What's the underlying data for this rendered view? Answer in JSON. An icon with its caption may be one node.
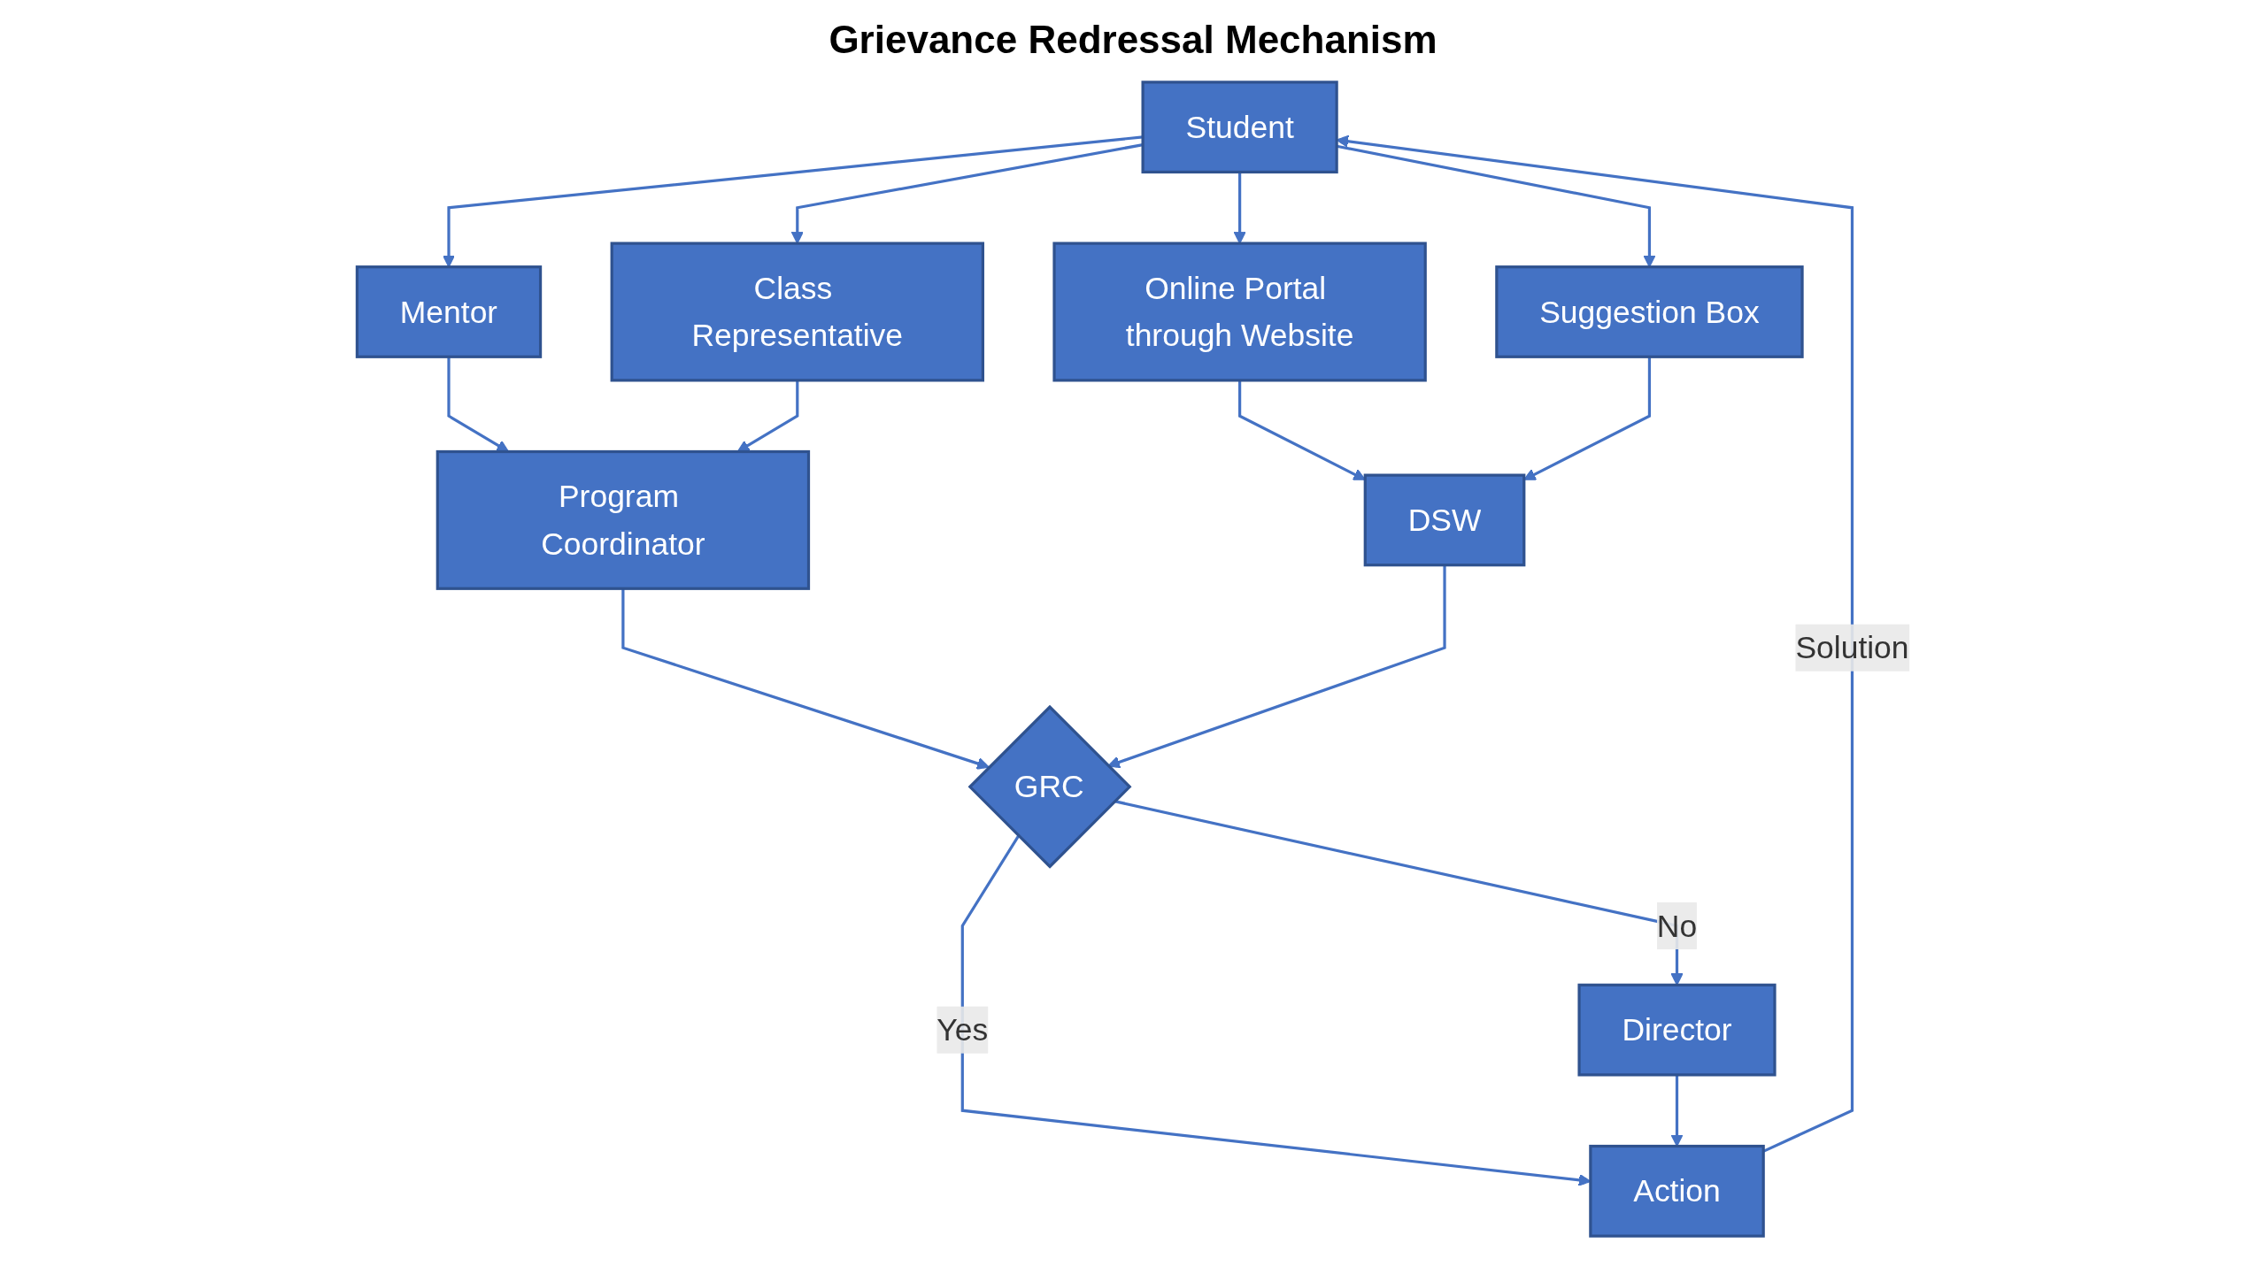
{
  "diagram": {
    "title": "Grievance Redressal Mechanism",
    "nodes": [
      {
        "text": [
          "Student"
        ]
      },
      {
        "text": [
          "Mentor"
        ]
      },
      {
        "text": [
          "Class Representative"
        ]
      },
      {
        "text": [
          "Online Portal through Website"
        ]
      },
      {
        "text": [
          "Suggestion Box"
        ]
      },
      {
        "text": [
          "Program Coordinator"
        ]
      },
      {
        "text": [
          "DSW"
        ]
      },
      {
        "text": [
          "GRC"
        ]
      },
      {
        "text": [
          "Director"
        ]
      },
      {
        "text": [
          "Action"
        ]
      }
    ],
    "edges": [
      {
        "from": 0,
        "to": 1,
        "arrow": "to"
      },
      {
        "from": 0,
        "to": 2,
        "arrow": "to"
      },
      {
        "from": 0,
        "to": 3,
        "arrow": "to"
      },
      {
        "from": 0,
        "to": 4,
        "arrow": "to"
      },
      {
        "from": 1,
        "to": 5,
        "arrow": "to"
      },
      {
        "from": 2,
        "to": 5,
        "arrow": "to"
      },
      {
        "from": 3,
        "to": 6,
        "arrow": "to"
      },
      {
        "from": 4,
        "to": 6,
        "arrow": "to"
      },
      {
        "from": 5,
        "to": 7,
        "arrow": "to"
      },
      {
        "from": 6,
        "to": 7,
        "arrow": "to"
      },
      {
        "from": 7,
        "to": 9,
        "arrow": "to",
        "label": "Yes"
      },
      {
        "from": 7,
        "to": 8,
        "arrow": "to",
        "label": "No"
      },
      {
        "from": 8,
        "to": 9,
        "arrow": "to"
      },
      {
        "from": 9,
        "to": 0,
        "arrow": "to",
        "label": "Solution"
      }
    ]
  }
}
